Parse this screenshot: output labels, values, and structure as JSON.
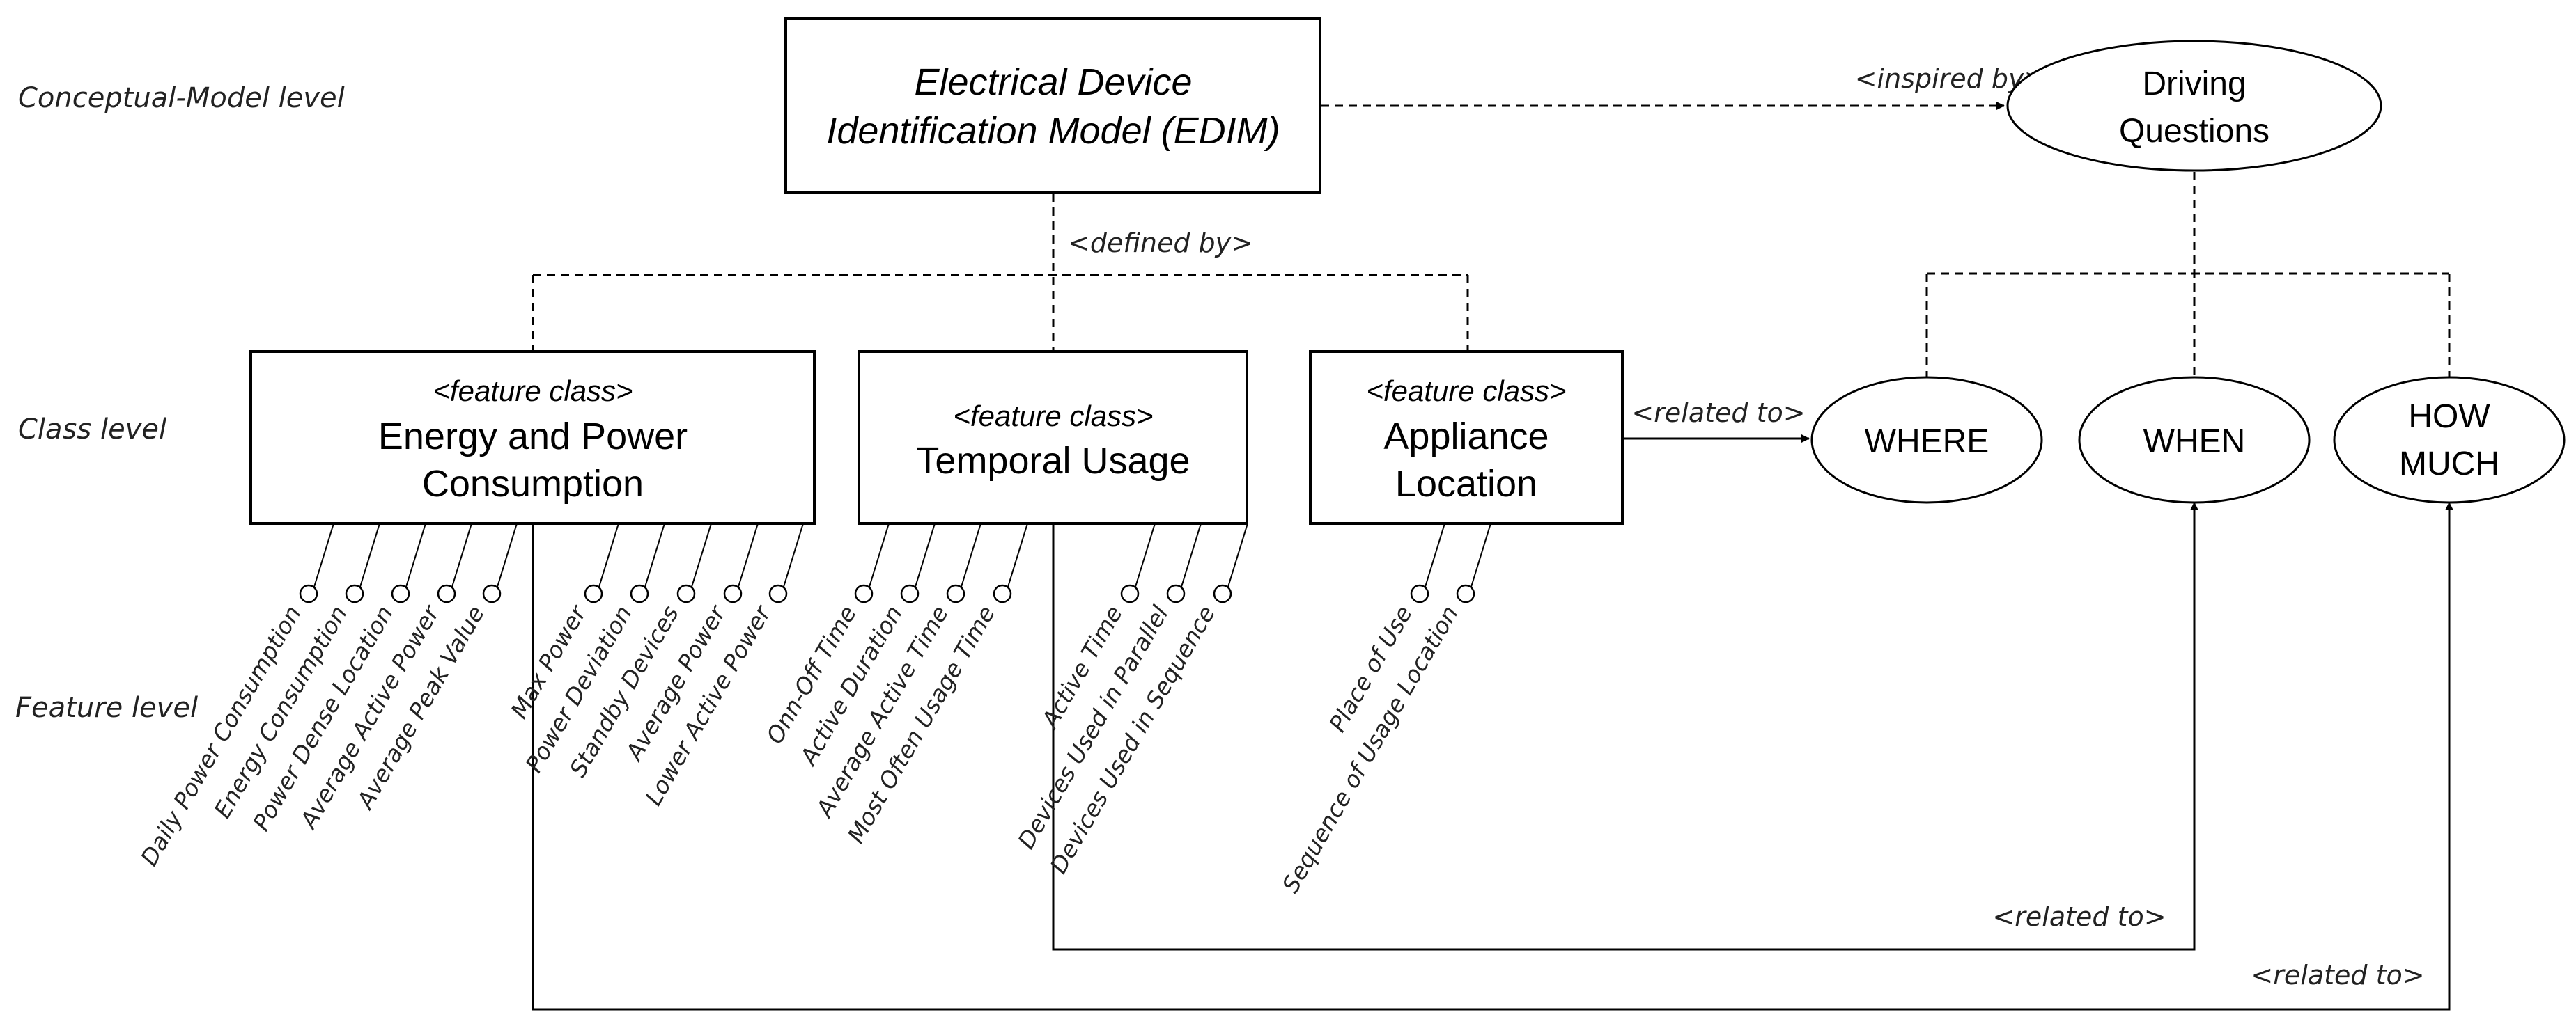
{
  "levels": {
    "conceptual": "Conceptual-Model level",
    "class": "Class level",
    "feature": "Feature level"
  },
  "model": {
    "line1": "Electrical Device",
    "line2": "Identification Model (EDIM)"
  },
  "driving_questions": {
    "line1": "Driving",
    "line2": "Questions"
  },
  "relations": {
    "inspired_by": "<inspired by>",
    "defined_by": "<defined by>",
    "related_to": "<related to>"
  },
  "feature_class_tag": "<feature class>",
  "classes": {
    "energy": {
      "line1": "Energy and Power",
      "line2": "Consumption"
    },
    "temporal": {
      "line1": "Temporal Usage"
    },
    "location": {
      "line1": "Appliance",
      "line2": "Location"
    }
  },
  "questions": {
    "where": "WHERE",
    "when": "WHEN",
    "how_much_line1": "HOW",
    "how_much_line2": "MUCH"
  },
  "features": {
    "energy": [
      "Daily Power Consumption",
      "Energy Consumption",
      "Power Dense Location",
      "Average Active Power",
      "Average Peak Value",
      "Max Power",
      "Power Deviation",
      "Standby Devices",
      "Average Power",
      "Lower Active Power"
    ],
    "temporal": [
      "Onn-Off Time",
      "Active Duration",
      "Average Active Time",
      "Most Often Usage Time",
      "Active Time",
      "Devices Used in Parallel",
      "Devices Used in Sequence"
    ],
    "location": [
      "Place of Use",
      "Sequence of Usage Location"
    ]
  }
}
